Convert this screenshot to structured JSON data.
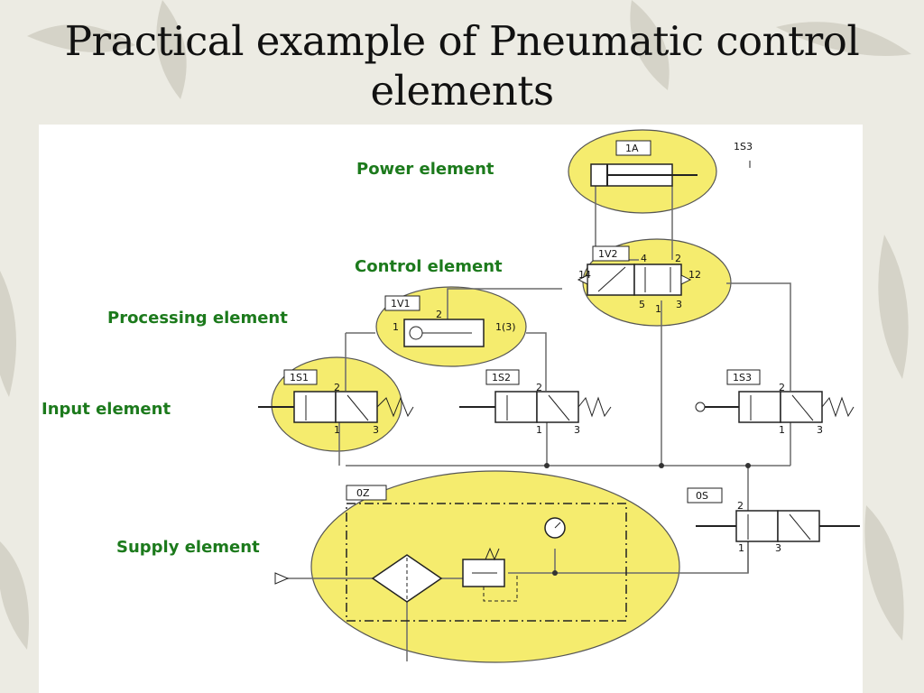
{
  "slide": {
    "title_line1": "Practical example of Pneumatic control",
    "title_line2": "elements"
  },
  "labels": {
    "power": "Power element",
    "control": "Control element",
    "processing": "Processing element",
    "input": "Input element",
    "supply": "Supply element"
  },
  "components": {
    "cylinder": "1A",
    "control_valve": "1V2",
    "shuttle_valve": "1V1",
    "input_valve_1": "1S1",
    "input_valve_2": "1S2",
    "input_valve_3": "1S3",
    "limit_marker": "1S3",
    "supply_unit": "0Z",
    "shutoff_valve": "0S"
  },
  "ports": {
    "p1": "1",
    "p2": "2",
    "p3": "3",
    "p4": "4",
    "p5": "5",
    "p12": "12",
    "p14": "14",
    "p13": "1(3)"
  },
  "colors": {
    "highlight": "#f5ec6e",
    "label_green": "#1c7a1c",
    "line": "#6b6b6b"
  }
}
